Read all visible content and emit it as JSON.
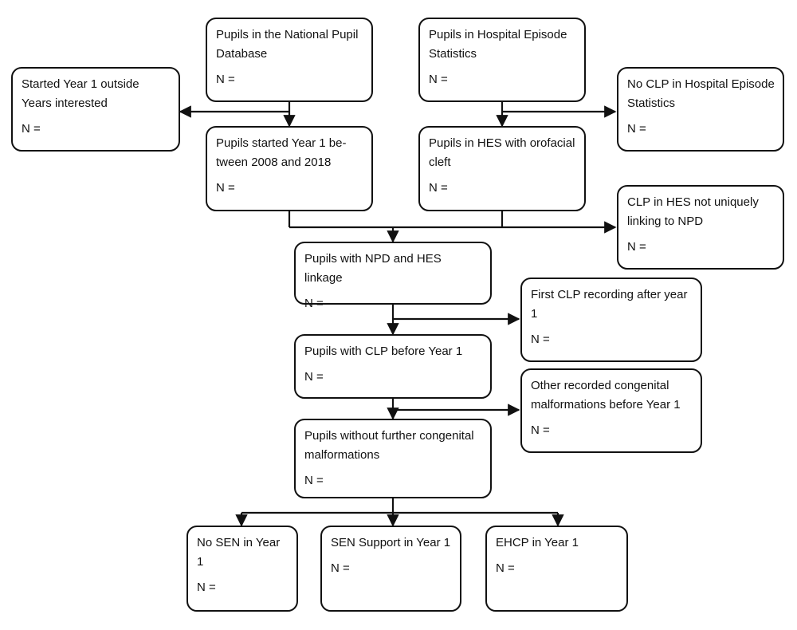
{
  "boxes": {
    "npd": {
      "text": "Pupils in the National Pupil Database",
      "n": "N ="
    },
    "hes": {
      "text": "Pupils in Hospital Episode Statistics",
      "n": "N ="
    },
    "outside": {
      "text": "Started Year 1 outside Years interested",
      "n": "N ="
    },
    "noclp": {
      "text": "No CLP in  Hospital Episode Statistics",
      "n": "N ="
    },
    "started": {
      "text": "Pupils started Year 1 be-tween 2008 and 2018",
      "n": "N ="
    },
    "hescleft": {
      "text": "Pupils in HES with orofacial cleft",
      "n": "N ="
    },
    "notlink": {
      "text": "CLP in HES not uniquely linking to NPD",
      "n": "N ="
    },
    "linkage": {
      "text": "Pupils with NPD and HES linkage",
      "n": "N ="
    },
    "firstclp": {
      "text": "First CLP recording after year 1",
      "n": "N ="
    },
    "clpbefore": {
      "text": "Pupils with CLP before Year 1",
      "n": "N ="
    },
    "othercong": {
      "text": "Other recorded congenital malformations before Year 1",
      "n": "N ="
    },
    "withoutcong": {
      "text": "Pupils without further congenital malformations",
      "n": "N ="
    },
    "nosen": {
      "text": "No SEN in Year 1",
      "n": "N ="
    },
    "sensupport": {
      "text": "SEN Support in Year 1",
      "n": "N ="
    },
    "ehcp": {
      "text": "EHCP in Year 1",
      "n": "N ="
    }
  }
}
